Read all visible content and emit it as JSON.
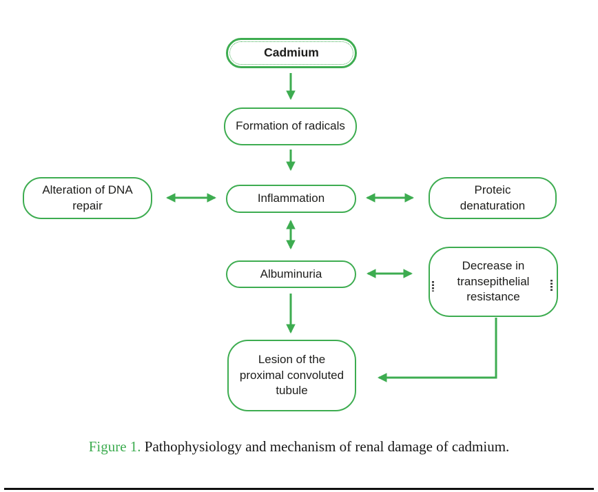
{
  "diagram": {
    "title_semantic": "Pathophysiology flowchart of renal damage of cadmium",
    "colors": {
      "green": "#3dac50",
      "text": "#1c1c1a",
      "caption_figure_label": "#3dac50",
      "rule": "#0f0f0f"
    },
    "nodes": {
      "cadmium": {
        "label": "Cadmium"
      },
      "formation": {
        "label": "Formation of radicals"
      },
      "alteration": {
        "label": "Alteration of DNA repair"
      },
      "inflammation": {
        "label": "Inflammation"
      },
      "proteic": {
        "label": "Proteic denaturation"
      },
      "albuminuria": {
        "label": "Albuminuria"
      },
      "decrease": {
        "label": "Decrease in transepithelial resistance"
      },
      "lesion": {
        "label": "Lesion of the proximal convoluted tubule"
      }
    },
    "edges": [
      {
        "from": "cadmium",
        "to": "formation",
        "type": "single-down"
      },
      {
        "from": "formation",
        "to": "inflammation",
        "type": "single-down"
      },
      {
        "from": "alteration",
        "to": "inflammation",
        "type": "double-horizontal"
      },
      {
        "from": "inflammation",
        "to": "proteic",
        "type": "double-horizontal"
      },
      {
        "from": "inflammation",
        "to": "albuminuria",
        "type": "double-vertical"
      },
      {
        "from": "albuminuria",
        "to": "decrease",
        "type": "double-horizontal"
      },
      {
        "from": "albuminuria",
        "to": "lesion",
        "type": "single-down"
      },
      {
        "from": "decrease",
        "to": "lesion",
        "type": "elbow-down-left"
      }
    ]
  },
  "caption": {
    "figure_label": "Figure 1.",
    "text": " Pathophysiology and mechanism of renal damage of cadmium."
  }
}
